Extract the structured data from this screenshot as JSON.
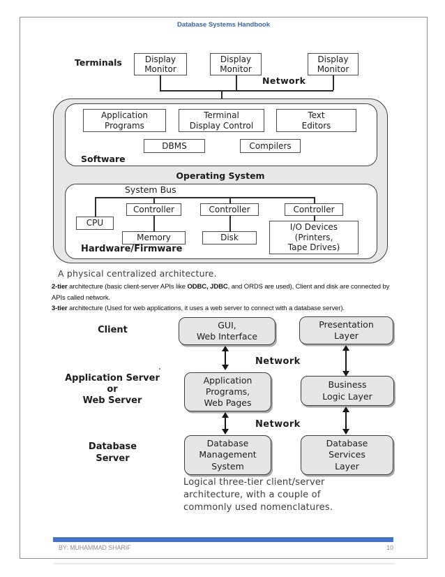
{
  "header": {
    "title": "Database Systems Handbook"
  },
  "colors": {
    "header_blue": "#3a67ae",
    "footer_bar_blue": "#4472c4"
  },
  "diagram1": {
    "terminals_label": "Terminals",
    "monitor1": "Display\nMonitor",
    "monitor2": "Display\nMonitor",
    "monitor3": "Display\nMonitor",
    "network_label": "Network",
    "software_label": "Software",
    "application_programs": "Application\nPrograms",
    "terminal_display_control": "Terminal\nDisplay Control",
    "text_editors": "Text\nEditors",
    "dbms": "DBMS",
    "compilers": "Compilers",
    "operating_system_label": "Operating System",
    "system_bus_label": "System Bus",
    "cpu": "CPU",
    "controller1": "Controller",
    "controller2": "Controller",
    "controller3": "Controller",
    "memory": "Memory",
    "disk": "Disk",
    "io_devices": "I/O Devices\n(Printers,\nTape Drives)",
    "hardware_label": "Hardware/Firmware",
    "caption": "A physical centralized architecture."
  },
  "paragraphs": {
    "p1_b1": "2-tier",
    "p1_t1": " architecture (basic client-server APIs like ",
    "p1_b2": "ODBC, JDBC",
    "p1_t2": ", and ORDS are used), Client and disk are connected by APIs called network.",
    "p2_b1": "3-tier",
    "p2_t1": " architecture (Used for web applications, it uses a web server to connect with a database server)."
  },
  "diagram2": {
    "row1_label": "Client",
    "row2_label": "Application Server\nor\nWeb Server",
    "row3_label": "Database\nServer",
    "gui": "GUI,\nWeb Interface",
    "presentation": "Presentation\nLayer",
    "application_programs": "Application\nPrograms,\nWeb Pages",
    "business_logic": "Business\nLogic Layer",
    "dbms": "Database\nManagement\nSystem",
    "db_services": "Database\nServices\nLayer",
    "network_label1": "Network",
    "network_label2": "Network",
    "caption": "Logical three-tier client/server\narchitecture, with a couple of\ncommonly used nomenclatures."
  },
  "footer": {
    "author": "BY: MUHAMMAD SHARIF",
    "page_number": "10"
  }
}
